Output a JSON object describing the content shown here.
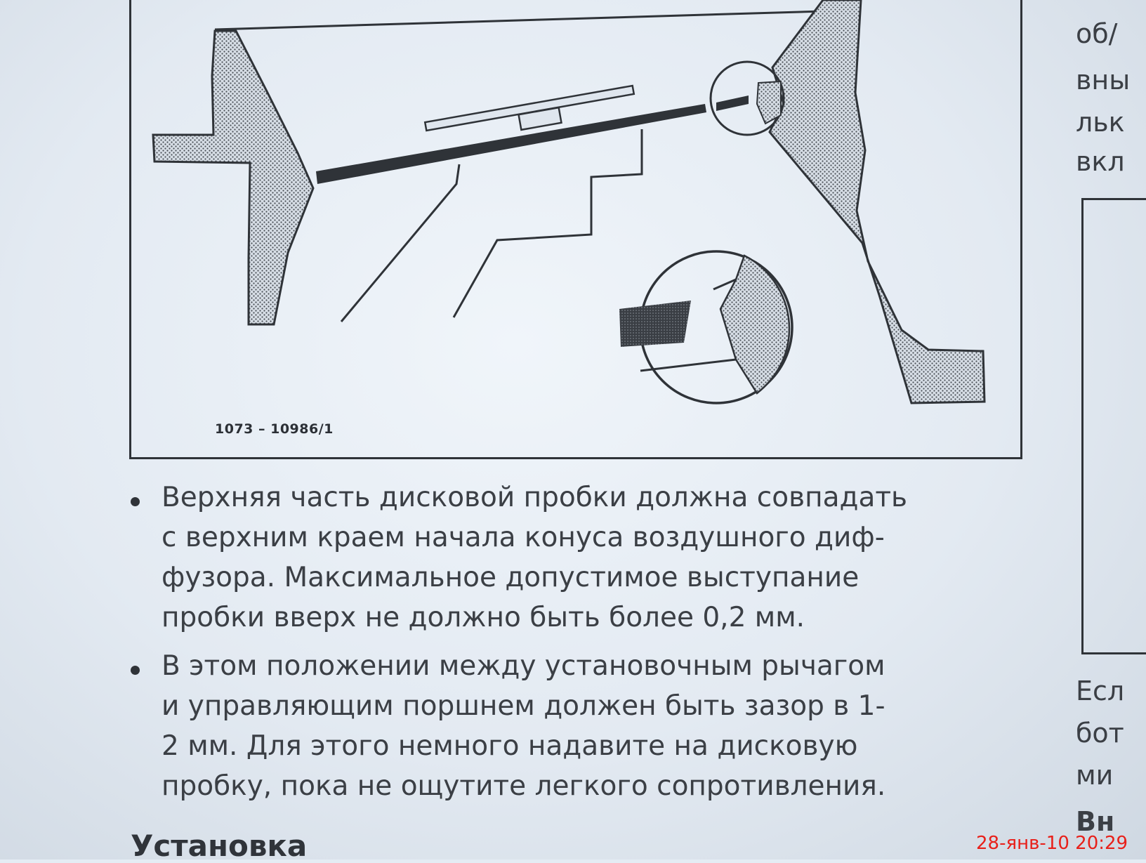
{
  "figure": {
    "code": "1073 – 10986/1"
  },
  "paragraphs": [
    {
      "lines": [
        "Верхняя часть дисковой пробки должна совпадать",
        "с верхним краем начала конуса воздушного диф-",
        "фузора. Максимальное допустимое выступание",
        "пробки вверх не должно быть более 0,2 мм."
      ]
    },
    {
      "lines": [
        "В этом положении между установочным рычагом",
        "и управляющим поршнем должен быть зазор в 1-",
        "2 мм. Для этого немного надавите на дисковую",
        "пробку, пока не ощутите легкого сопротивления."
      ]
    }
  ],
  "section_heading": "Установка",
  "right_column": {
    "top_fragments": [
      "об/",
      "вны",
      "льк",
      "вкл"
    ],
    "bottom_fragments": [
      "Есл",
      "бот",
      "ми",
      "Вн"
    ]
  },
  "timestamp": "28-янв-10 20:29",
  "colors": {
    "ink": "#2f3338",
    "paper": "#e4ecf4",
    "timestamp": "#e8201a"
  }
}
